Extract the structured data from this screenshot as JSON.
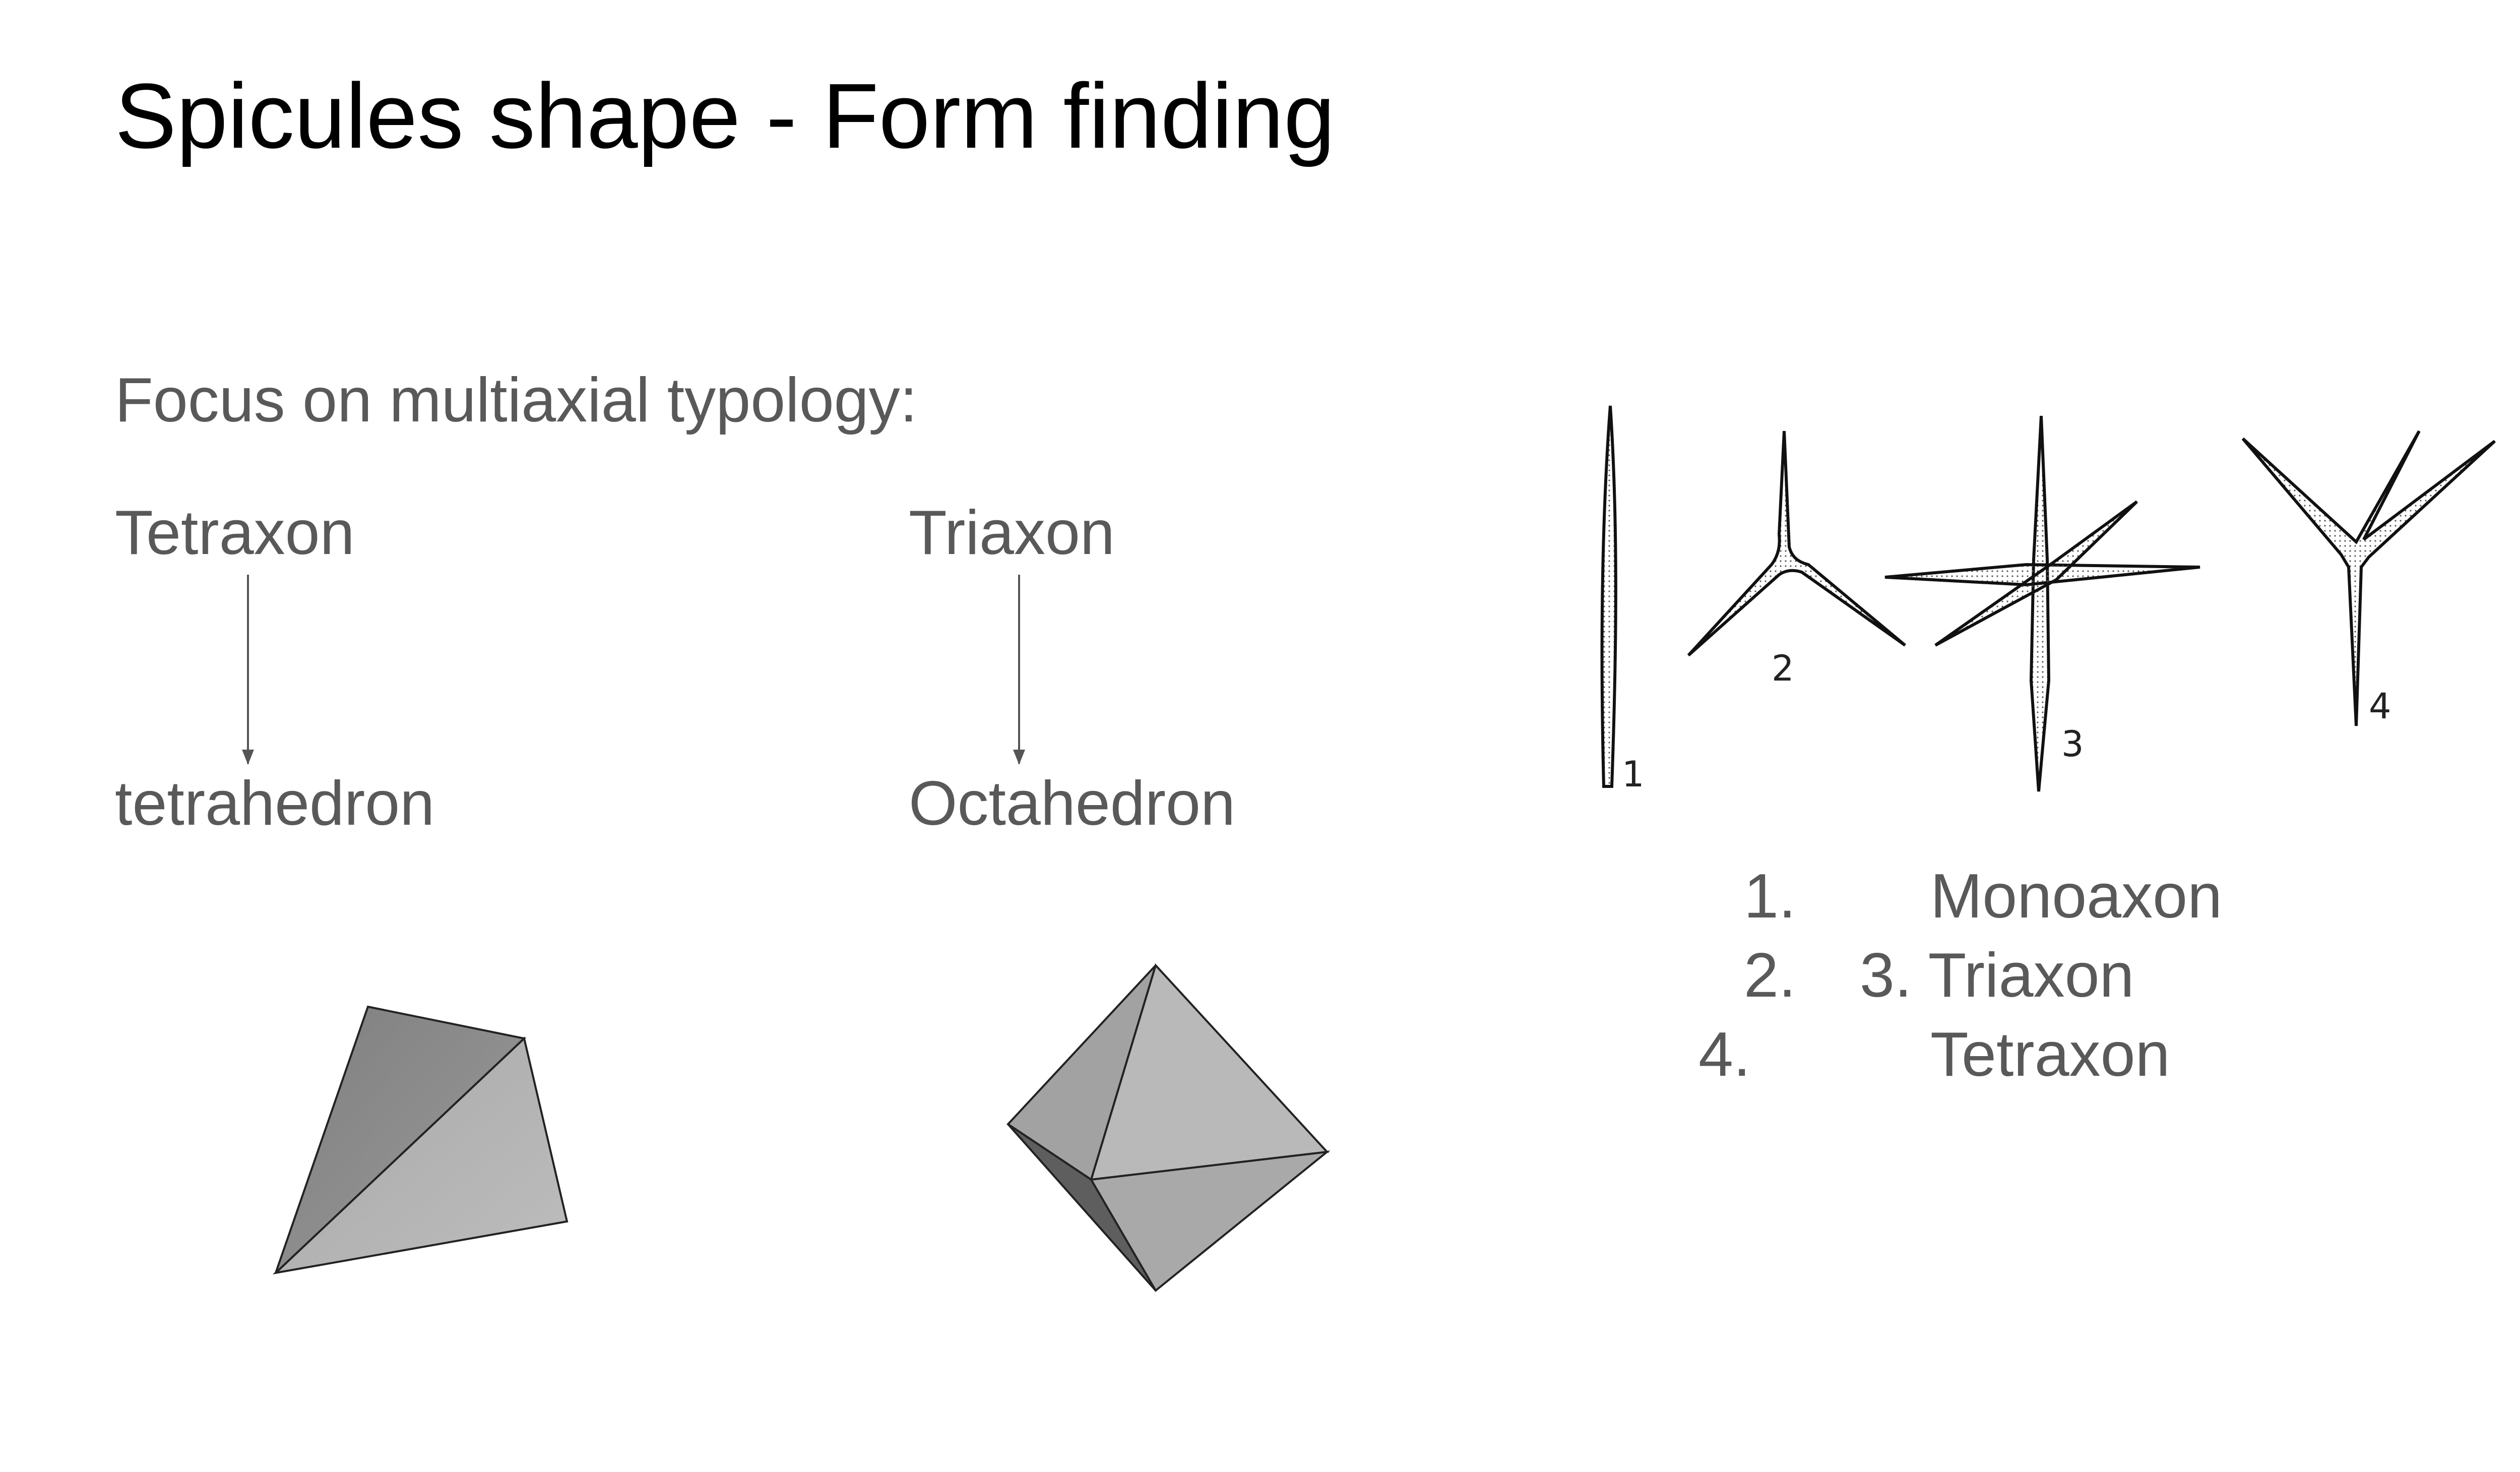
{
  "title": "Spicules shape - Form finding",
  "subtitle": "Focus on multiaxial typology:",
  "columns": {
    "left": {
      "top": "Tetraxon",
      "bottom": "tetrahedron"
    },
    "right": {
      "top": "Triaxon",
      "bottom": "Octahedron"
    }
  },
  "spicule_figure": {
    "numbers": [
      "1",
      "2",
      "3",
      "4"
    ]
  },
  "legend": [
    {
      "num": "1.",
      "label": "Monoaxon"
    },
    {
      "num": "2.",
      "label": "3. Triaxon"
    },
    {
      "num": "4.",
      "label": "Tetraxon"
    }
  ],
  "colors": {
    "text_gray": "#595959",
    "title": "#000000",
    "solid_face_dark": "#8c8c8c",
    "solid_face_light": "#b4b4b4"
  }
}
